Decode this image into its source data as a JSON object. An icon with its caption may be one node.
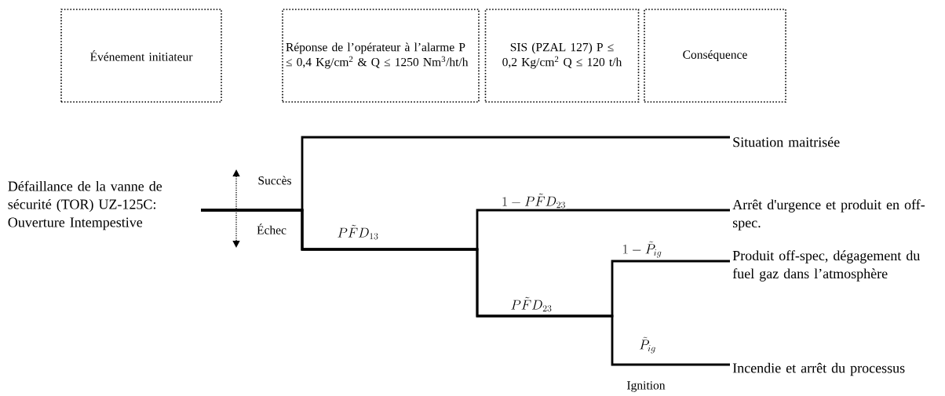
{
  "diagram": {
    "nodes": [
      {
        "text": [
          "Événement initiateur"
        ]
      },
      {
        "text": [
          "Réponse de l’opérateur à l’alarme P ≤ 0,4 Kg/cm$^{2}$ & Q ≤ 1250 Nm$^{3}$/ht/h"
        ]
      },
      {
        "text": [
          "SIS (PZAL 127) P ≤ 0,2 Kg/cm$^{2}$ Q ≤ 120 t/h"
        ]
      },
      {
        "text": [
          "Conséquence"
        ]
      },
      {
        "text": [
          "Défaillance de la vanne de sécurité (TOR) UZ-125C: Ouverture Intempestive"
        ]
      },
      {
        "text": [
          "Situation maitrisée"
        ]
      },
      {
        "text": [
          "Arrêt d'urgence  et produit en off-spec."
        ]
      },
      {
        "text": [
          "Produit off-spec, dégagement du fuel gaz dans l’atmosphère"
        ]
      },
      {
        "text": [
          "Incendie et arrêt du processus"
        ]
      }
    ],
    "edges": [
      {
        "from": 4,
        "to": 5,
        "arrow": "none"
      },
      {
        "from": 4,
        "to": 6,
        "arrow": "none",
        "label": "1 - P\\tilde{F}D_{23}"
      },
      {
        "from": 4,
        "to": 7,
        "arrow": "none",
        "label": "1 - \\tilde{P}_{ig}"
      },
      {
        "from": 4,
        "to": 8,
        "arrow": "none",
        "label": "\\tilde{P}_{ig}"
      }
    ],
    "labels": [
      "Succès",
      "Échec",
      "P\\tilde{F}D_{13}",
      "P\\tilde{F}D_{23}",
      "Ignition"
    ]
  }
}
